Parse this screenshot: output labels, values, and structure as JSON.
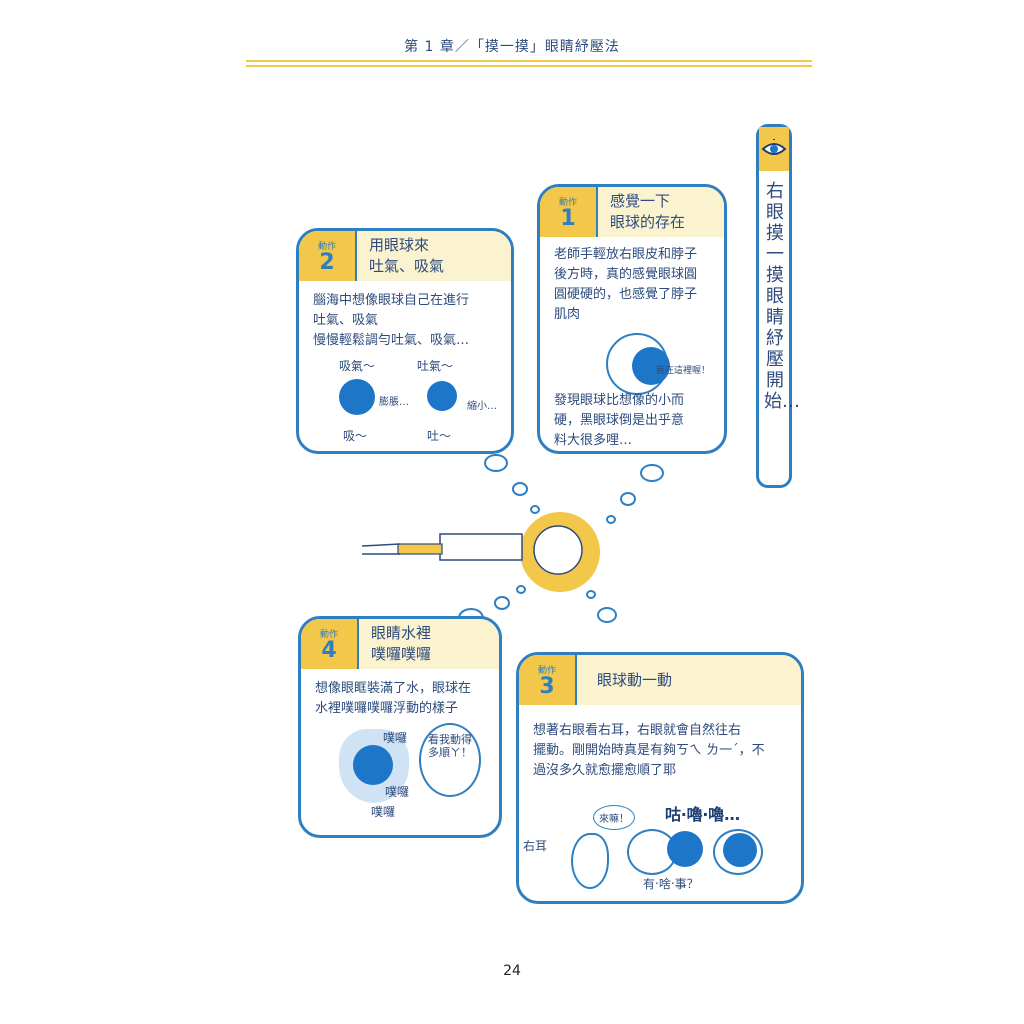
{
  "header": {
    "title": "第 1 章／「摸一摸」眼睛紓壓法"
  },
  "side_banner": {
    "text": "右眼摸一摸眼睛紓壓開始…"
  },
  "panels": {
    "step1": {
      "badge_label": "動作",
      "badge_num": "1",
      "title": "感覺一下\n眼球的存在",
      "body_top": "老師手輕放右眼皮和脖子\n後方時，真的感覺眼球圓\n圓硬硬的，也感覺了脖子\n肌肉",
      "note": "我在這裡喔！",
      "body_bottom": "發現眼球比想像的小而\n硬，黑眼球倒是出乎意\n料大很多哩…"
    },
    "step2": {
      "badge_label": "動作",
      "badge_num": "2",
      "title": "用眼球來\n吐氣、吸氣",
      "body": "腦海中想像眼球自己在進行\n吐氣、吸氣\n慢慢輕鬆調勻吐氣、吸氣…",
      "inhale_top": "吸氣～",
      "exhale_top": "吐氣～",
      "expand": "膨脹…",
      "shrink": "縮小…",
      "inhale_bottom": "吸～",
      "exhale_bottom": "吐～"
    },
    "step3": {
      "badge_label": "動作",
      "badge_num": "3",
      "title": "眼球動一動",
      "body": "想著右眼看右耳，右眼就會自然往右\n擺動。剛開始時真是有夠ㄎㄟ ㄌ一ˊ，不\n過沒多久就愈擺愈順了耶",
      "sound": "咕‧嚕‧嚕…",
      "come": "來嘛！",
      "ear": "右耳",
      "question": "有‧啥‧事？"
    },
    "step4": {
      "badge_label": "動作",
      "badge_num": "4",
      "title": "眼睛水裡\n噗囉噗囉",
      "body": "想像眼眶裝滿了水，眼球在\n水裡噗囉噗囉浮動的樣子",
      "splash1": "噗囉",
      "splash2": "噗囉",
      "splash3": "噗囉",
      "speech": "看我動得多順ㄚ！"
    }
  },
  "page_number": "24"
}
